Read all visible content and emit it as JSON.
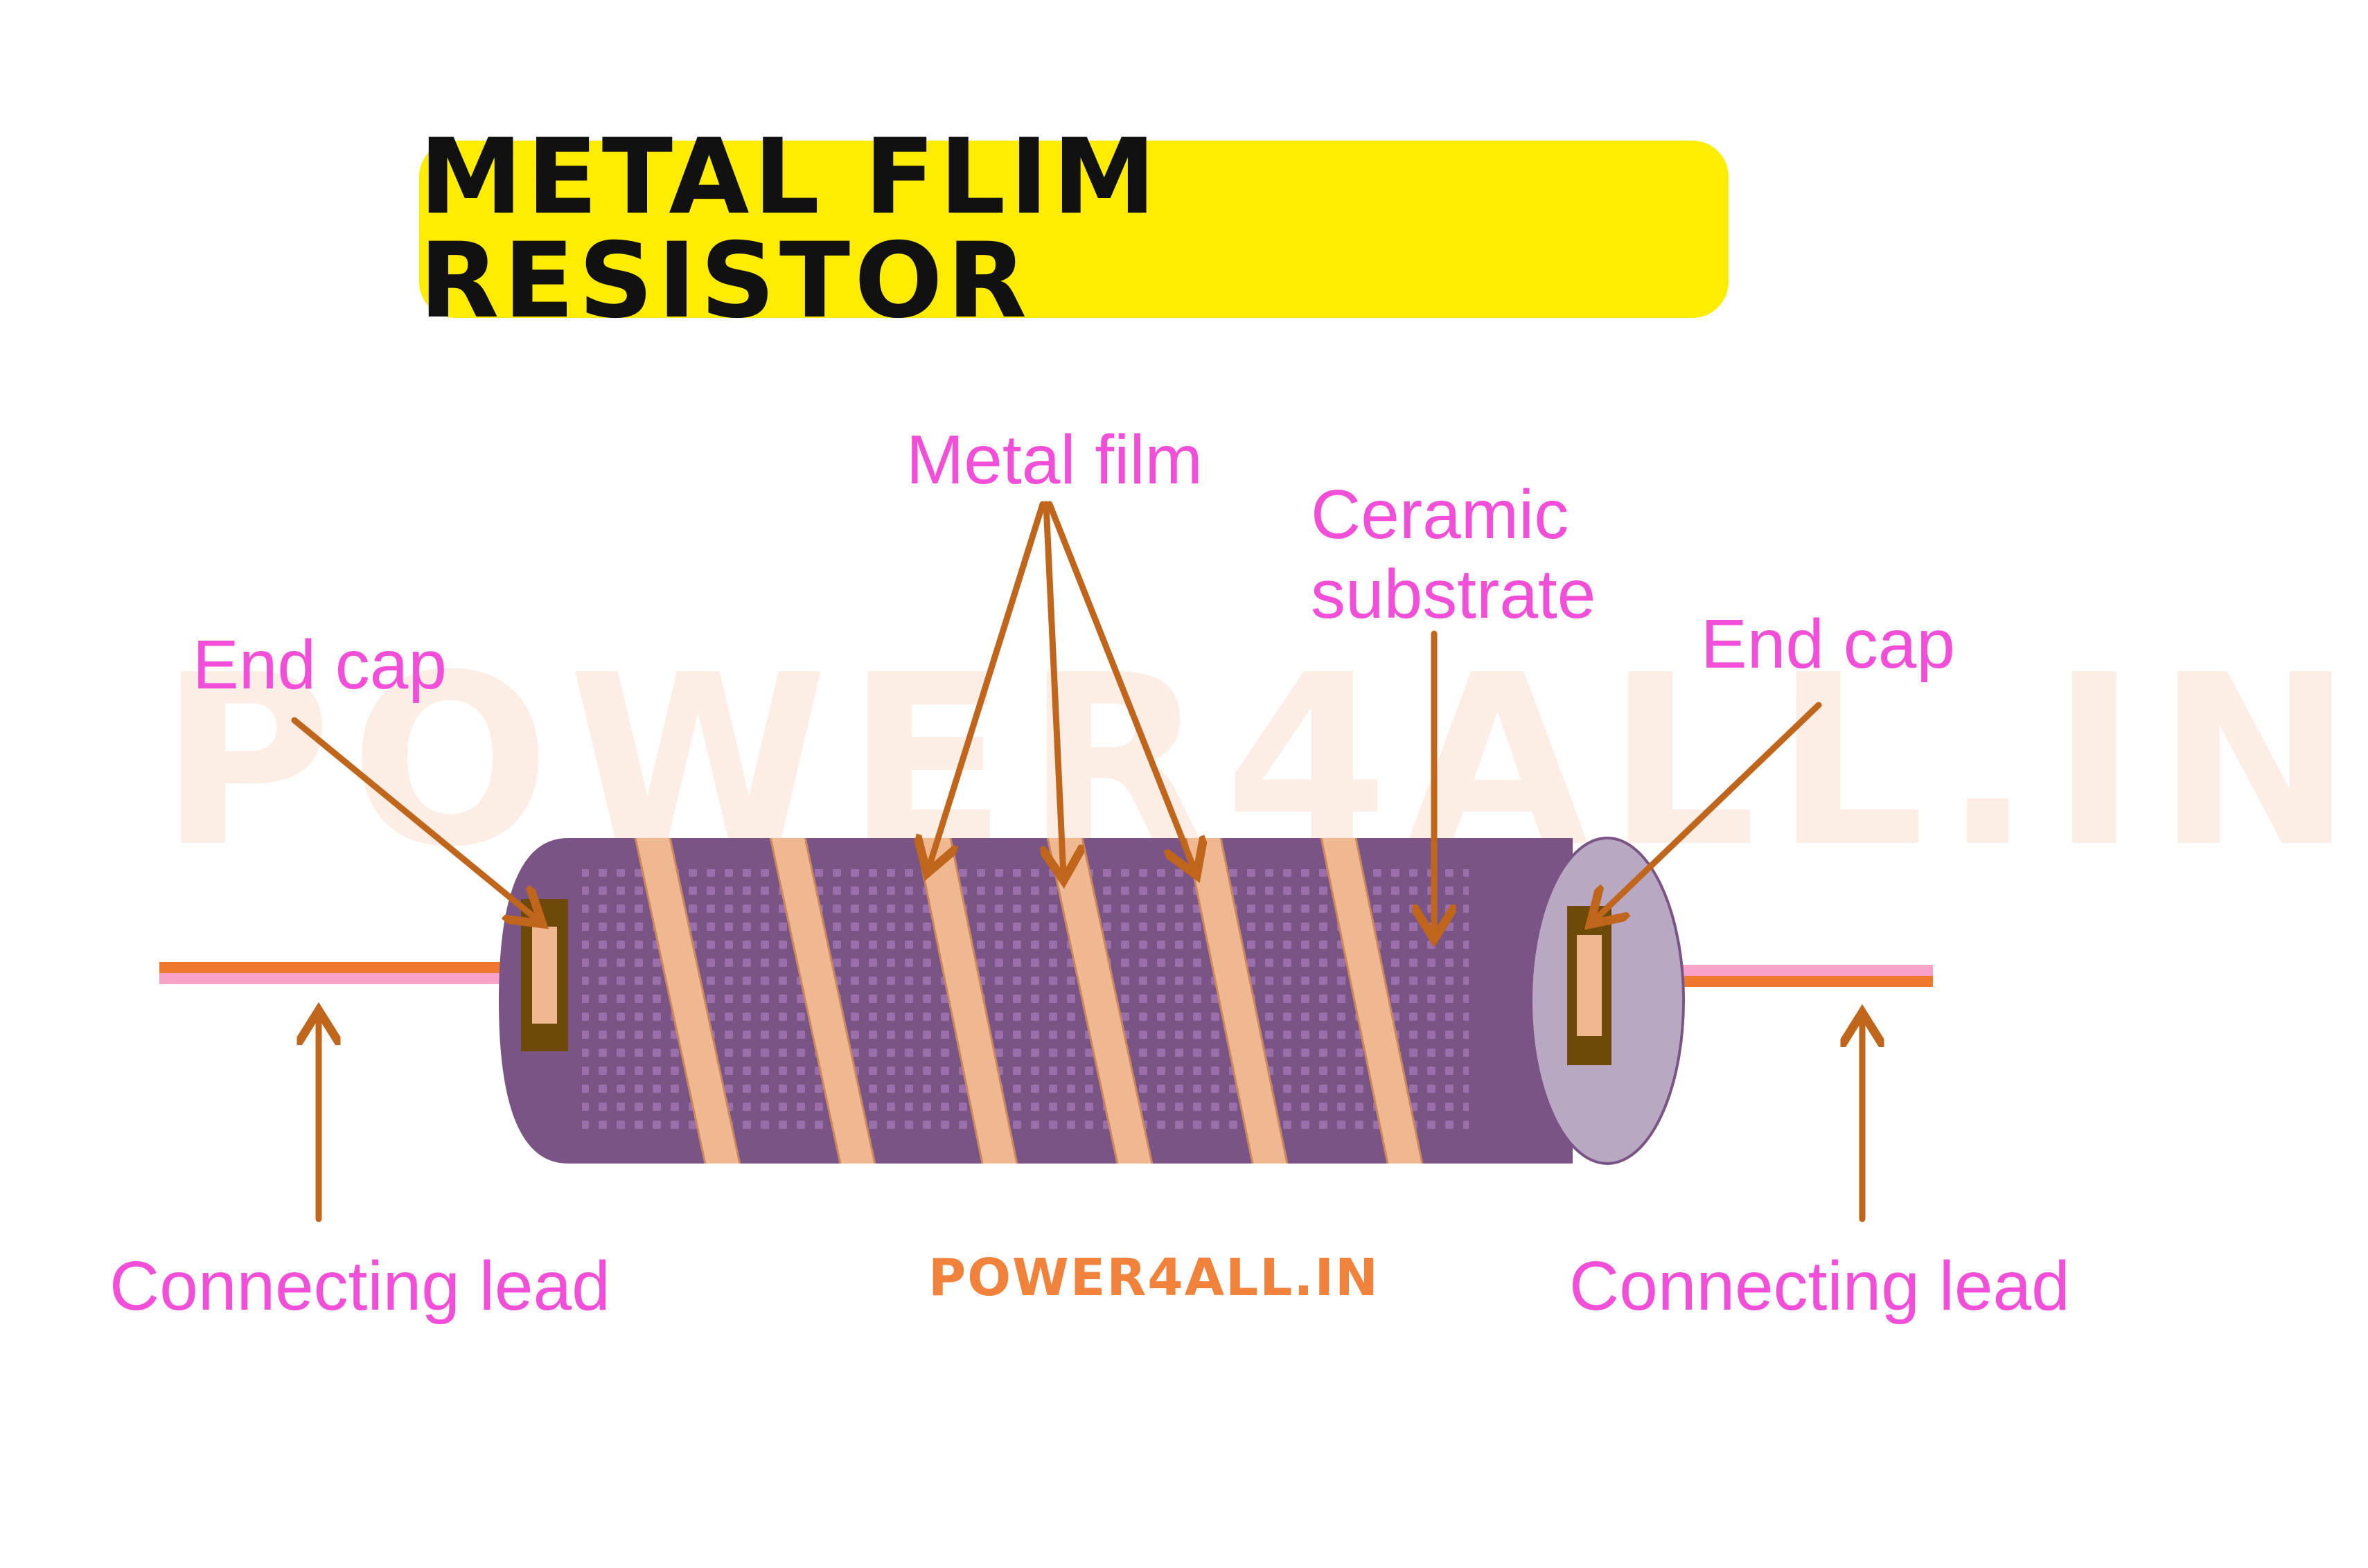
{
  "title": "METAL FLIM RESISTOR",
  "watermark": "POWER4ALL.IN",
  "site_label": "POWER4ALL.IN",
  "labels": {
    "metal_film": "Metal film",
    "ceramic_line1": "Ceramic",
    "ceramic_line2": "substrate",
    "end_cap_left": "End cap",
    "end_cap_right": "End cap",
    "lead_left": "Connecting lead",
    "lead_right": "Connecting lead"
  },
  "colors": {
    "title_bg": "#FFEC00",
    "title_text": "#111111",
    "label_text": "#F24FD8",
    "arrow": "#C0661C",
    "body": "#7A5484",
    "body_dots": "#9A6EA8",
    "film_band": "#F0B890",
    "end_cap": "#6E4A08",
    "lead_orange": "#F0782C",
    "lead_pink": "#F7A2C6",
    "watermark": "#F0823C",
    "site_label": "#F0823C",
    "end_face": "#B9A8C2"
  }
}
